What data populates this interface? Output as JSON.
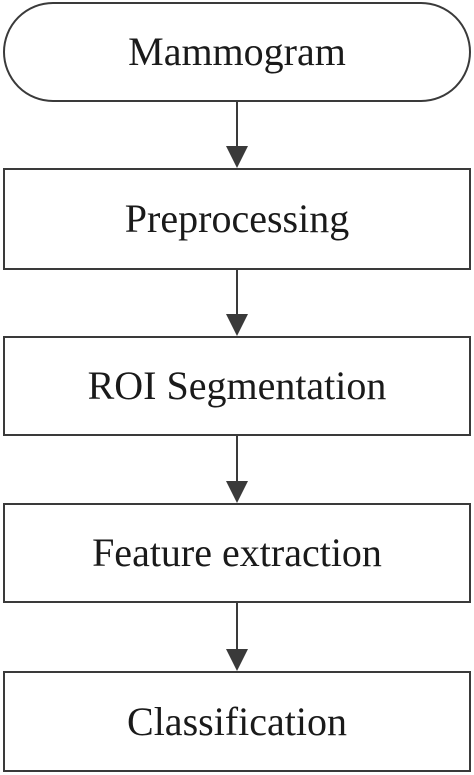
{
  "diagram": {
    "nodes": [
      {
        "id": "mammogram",
        "label": "Mammogram",
        "shape": "terminal"
      },
      {
        "id": "preprocessing",
        "label": "Preprocessing",
        "shape": "process"
      },
      {
        "id": "roi-segmentation",
        "label": "ROI Segmentation",
        "shape": "process"
      },
      {
        "id": "feature-extraction",
        "label": "Feature extraction",
        "shape": "process"
      },
      {
        "id": "classification",
        "label": "Classification",
        "shape": "process"
      }
    ],
    "edges": [
      {
        "from": "mammogram",
        "to": "preprocessing"
      },
      {
        "from": "preprocessing",
        "to": "roi-segmentation"
      },
      {
        "from": "roi-segmentation",
        "to": "feature-extraction"
      },
      {
        "from": "feature-extraction",
        "to": "classification"
      }
    ],
    "colors": {
      "stroke": "#3a3a3a",
      "text": "#1a1a1a",
      "background": "#ffffff"
    }
  }
}
